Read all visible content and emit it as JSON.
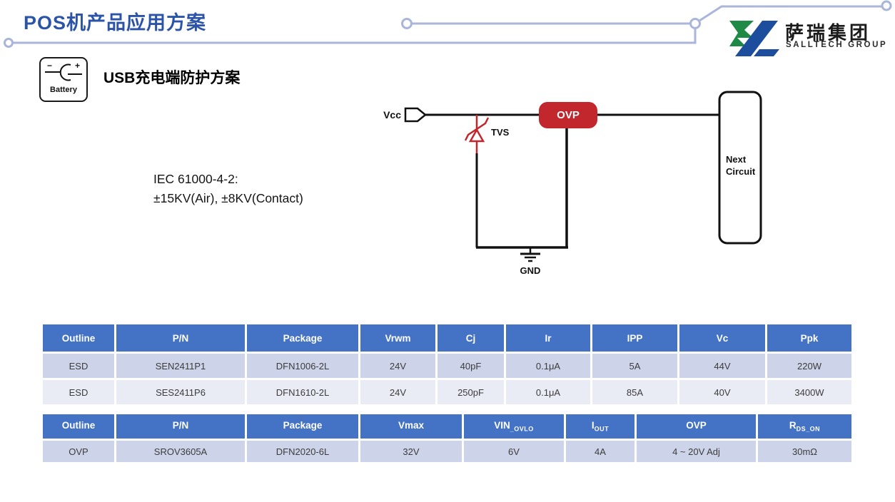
{
  "slide": {
    "title": "POS机产品应用方案",
    "logo": {
      "cn": "萨瑞集团",
      "en": "SALLTECH GROUP"
    },
    "battery_label": "Battery",
    "heading_prefix": "USB",
    "heading_text": "充电端防护方案",
    "note_line1": "IEC 61000-4-2:",
    "note_line2": "±15KV(Air), ±8KV(Contact)"
  },
  "circuit": {
    "vcc_label": "Vcc",
    "tvs_label": "TVS",
    "ovp_label": "OVP",
    "next_line1": "Next",
    "next_line2": "Circuit",
    "gnd_label": "GND"
  },
  "colors": {
    "title_blue": "#2b54a9",
    "table_header_blue": "#4472c4",
    "row_dark": "#cdd3e8",
    "row_light": "#e9ebf5",
    "ovp_red": "#c1272d",
    "tvs_red": "#c1272d",
    "deco_line": "#a9b6d9",
    "logo_green": "#1e8a45",
    "logo_blue": "#1d4e9e"
  },
  "tables": {
    "esd": {
      "headers": [
        "Outline",
        "P/N",
        "Package",
        "Vrwm",
        "Cj",
        "Ir",
        "IPP",
        "Vc",
        "Ppk"
      ],
      "rows": [
        [
          "ESD",
          "SEN2411P1",
          "DFN1006-2L",
          "24V",
          "40pF",
          "0.1μA",
          "5A",
          "44V",
          "220W"
        ],
        [
          "ESD",
          "SES2411P6",
          "DFN1610-2L",
          "24V",
          "250pF",
          "0.1μA",
          "85A",
          "40V",
          "3400W"
        ]
      ]
    },
    "ovp": {
      "headers": [
        {
          "main": "Outline",
          "sub": ""
        },
        {
          "main": "P/N",
          "sub": ""
        },
        {
          "main": "Package",
          "sub": ""
        },
        {
          "main": "Vmax",
          "sub": ""
        },
        {
          "main": "VIN",
          "sub": "_OVLO"
        },
        {
          "main": "I",
          "sub": "OUT"
        },
        {
          "main": "OVP",
          "sub": ""
        },
        {
          "main": "R",
          "sub": "DS_ON"
        }
      ],
      "rows": [
        [
          "OVP",
          "SROV3605A",
          "DFN2020-6L",
          "32V",
          "6V",
          "4A",
          "4 ~ 20V Adj",
          "30mΩ"
        ]
      ]
    }
  }
}
